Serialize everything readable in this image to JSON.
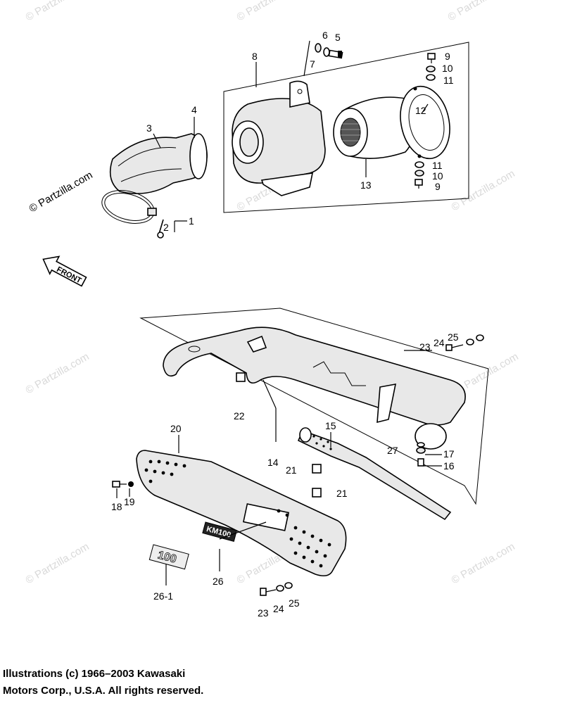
{
  "watermark": "© Partzilla.com",
  "front_arrow_label": "FRONT",
  "decal_26_text": "KM100",
  "decal_26_1_text": "100",
  "part_labels": [
    "1",
    "2",
    "3",
    "4",
    "5",
    "6",
    "7",
    "8",
    "9",
    "10",
    "11",
    "12",
    "13",
    "11",
    "10",
    "9",
    "14",
    "15",
    "16",
    "17",
    "27",
    "21",
    "21",
    "22",
    "23",
    "24",
    "25",
    "20",
    "18",
    "19",
    "26",
    "26-1",
    "23",
    "24",
    "25"
  ],
  "copyright_line1": "Illustrations (c) 1966–2003 Kawasaki",
  "copyright_line2": "Motors Corp., U.S.A.  All rights reserved."
}
